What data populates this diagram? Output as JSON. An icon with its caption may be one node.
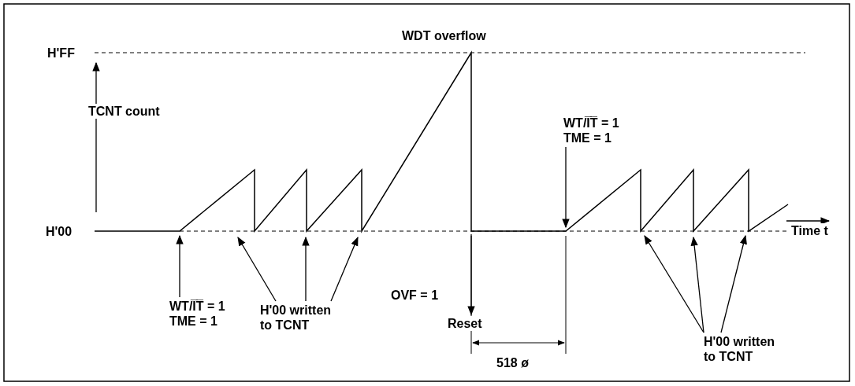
{
  "diagram": {
    "nodes": [
      {
        "text": [
          "WT/I̅T̅ = 1",
          "TME = 1"
        ]
      },
      {
        "text": [
          "H'00 written to TCNT"
        ]
      },
      {
        "text": [
          "Reset"
        ]
      },
      {
        "text": [
          "WT/I̅T̅ = 1",
          "TME = 1"
        ]
      },
      {
        "text": [
          "H'00 written to TCNT"
        ]
      }
    ],
    "edges": [
      {
        "from": 0,
        "to": null,
        "arrow": "to"
      },
      {
        "from": 1,
        "to": null,
        "arrow": "to"
      },
      {
        "from": 1,
        "to": null,
        "arrow": "to"
      },
      {
        "from": 1,
        "to": null,
        "arrow": "to"
      },
      {
        "from": null,
        "to": 2,
        "arrow": "to"
      },
      {
        "from": 3,
        "to": null,
        "arrow": "to"
      },
      {
        "from": 4,
        "to": null,
        "arrow": "to"
      },
      {
        "from": 4,
        "to": null,
        "arrow": "to"
      },
      {
        "from": 4,
        "to": null,
        "arrow": "to"
      }
    ],
    "labels": [
      "WDT overflow",
      "H'FF",
      "TCNT count",
      "H'00",
      "Time t",
      "OVF = 1",
      "518 ø"
    ]
  }
}
